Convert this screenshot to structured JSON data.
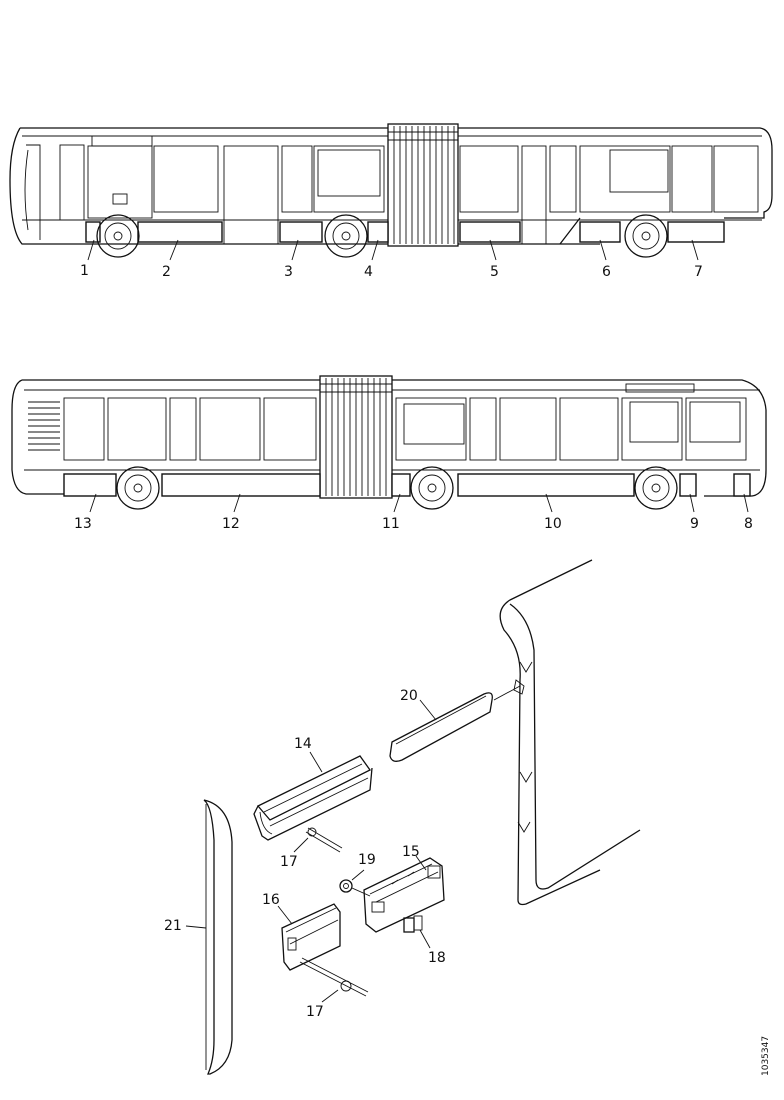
{
  "callouts": {
    "c1": "1",
    "c2": "2",
    "c3": "3",
    "c4": "4",
    "c5": "5",
    "c6": "6",
    "c7": "7",
    "c8": "8",
    "c9": "9",
    "c10": "10",
    "c11": "11",
    "c12": "12",
    "c13": "13",
    "c14": "14",
    "c15": "15",
    "c16": "16",
    "c17a": "17",
    "c17b": "17",
    "c18": "18",
    "c19": "19",
    "c20": "20",
    "c21": "21"
  },
  "document_id": "1035347"
}
